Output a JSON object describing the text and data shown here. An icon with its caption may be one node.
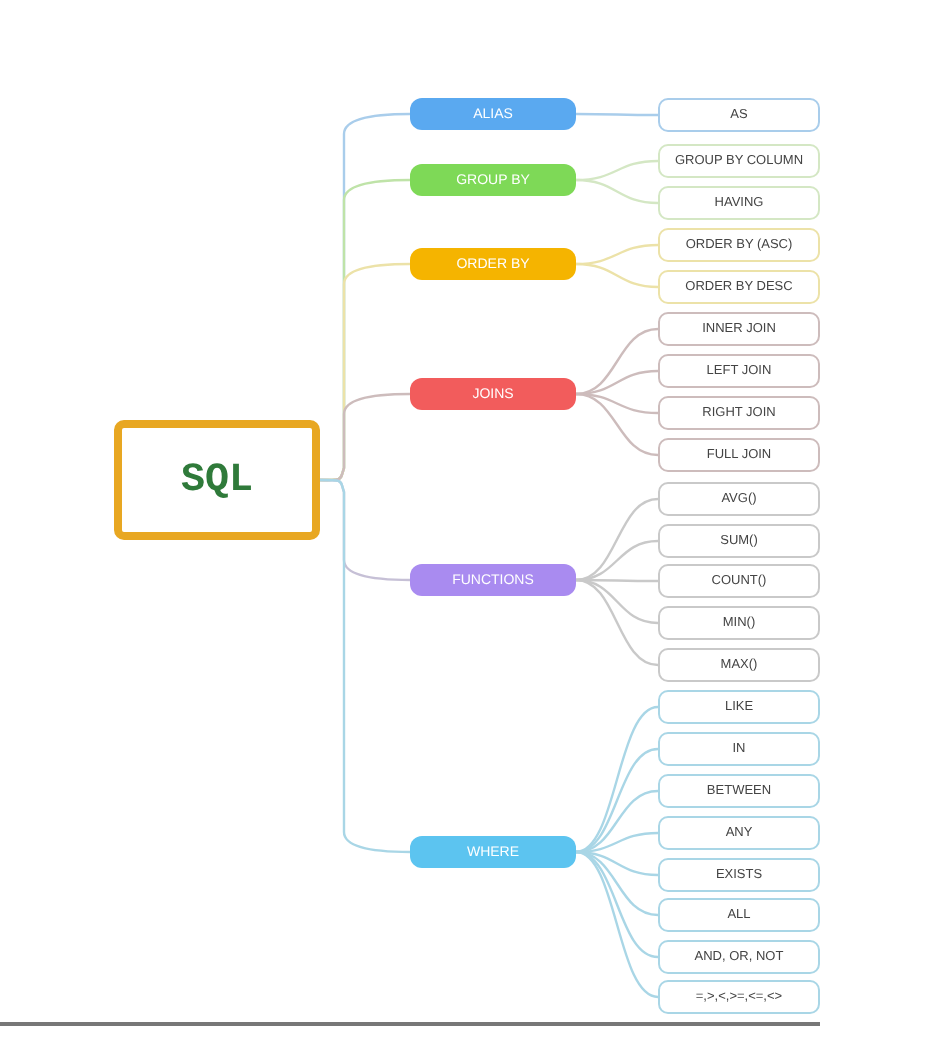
{
  "diagram": {
    "nodes": [
      {
        "text": [
          "SQL"
        ]
      },
      {
        "text": [
          "ALIAS"
        ]
      },
      {
        "text": [
          "AS"
        ]
      },
      {
        "text": [
          "GROUP BY"
        ]
      },
      {
        "text": [
          "GROUP BY COLUMN"
        ]
      },
      {
        "text": [
          "HAVING"
        ]
      },
      {
        "text": [
          "ORDER BY"
        ]
      },
      {
        "text": [
          "ORDER BY (ASC)"
        ]
      },
      {
        "text": [
          "ORDER BY DESC"
        ]
      },
      {
        "text": [
          "JOINS"
        ]
      },
      {
        "text": [
          "INNER JOIN"
        ]
      },
      {
        "text": [
          "LEFT JOIN"
        ]
      },
      {
        "text": [
          "RIGHT JOIN"
        ]
      },
      {
        "text": [
          "FULL JOIN"
        ]
      },
      {
        "text": [
          "FUNCTIONS"
        ]
      },
      {
        "text": [
          "AVG()"
        ]
      },
      {
        "text": [
          "SUM()"
        ]
      },
      {
        "text": [
          "COUNT()"
        ]
      },
      {
        "text": [
          "MIN()"
        ]
      },
      {
        "text": [
          "MAX()"
        ]
      },
      {
        "text": [
          "WHERE"
        ]
      },
      {
        "text": [
          "LIKE"
        ]
      },
      {
        "text": [
          "IN"
        ]
      },
      {
        "text": [
          "BETWEEN"
        ]
      },
      {
        "text": [
          "ANY"
        ]
      },
      {
        "text": [
          "EXISTS"
        ]
      },
      {
        "text": [
          "ALL"
        ]
      },
      {
        "text": [
          "AND, OR, NOT"
        ]
      },
      {
        "text": [
          "=,>,<,>=,<=,<>"
        ]
      }
    ],
    "edges": [
      {
        "from": 0,
        "to": 1,
        "arrow": "none",
        "color": "#a9cdeb"
      },
      {
        "from": 1,
        "to": 2,
        "arrow": "none",
        "color": "#a9cdeb"
      },
      {
        "from": 0,
        "to": 3,
        "arrow": "none",
        "color": "#bfe3a8"
      },
      {
        "from": 3,
        "to": 4,
        "arrow": "none",
        "color": "#d4e7c4"
      },
      {
        "from": 3,
        "to": 5,
        "arrow": "none",
        "color": "#d4e7c4"
      },
      {
        "from": 0,
        "to": 6,
        "arrow": "none",
        "color": "#ece2a8"
      },
      {
        "from": 6,
        "to": 7,
        "arrow": "none",
        "color": "#ece2a8"
      },
      {
        "from": 6,
        "to": 8,
        "arrow": "none",
        "color": "#ece2a8"
      },
      {
        "from": 0,
        "to": 9,
        "arrow": "none",
        "color": "#cdbcbc"
      },
      {
        "from": 9,
        "to": 10,
        "arrow": "none",
        "color": "#cdbcbc"
      },
      {
        "from": 9,
        "to": 11,
        "arrow": "none",
        "color": "#cdbcbc"
      },
      {
        "from": 9,
        "to": 12,
        "arrow": "none",
        "color": "#cdbcbc"
      },
      {
        "from": 9,
        "to": 13,
        "arrow": "none",
        "color": "#cdbcbc"
      },
      {
        "from": 0,
        "to": 14,
        "arrow": "none",
        "color": "#c6c0d6"
      },
      {
        "from": 14,
        "to": 15,
        "arrow": "none",
        "color": "#c9c9c9"
      },
      {
        "from": 14,
        "to": 16,
        "arrow": "none",
        "color": "#c9c9c9"
      },
      {
        "from": 14,
        "to": 17,
        "arrow": "none",
        "color": "#c9c9c9"
      },
      {
        "from": 14,
        "to": 18,
        "arrow": "none",
        "color": "#c9c9c9"
      },
      {
        "from": 14,
        "to": 19,
        "arrow": "none",
        "color": "#c9c9c9"
      },
      {
        "from": 0,
        "to": 20,
        "arrow": "none",
        "color": "#a9d6e6"
      },
      {
        "from": 20,
        "to": 21,
        "arrow": "none",
        "color": "#a9d6e6"
      },
      {
        "from": 20,
        "to": 22,
        "arrow": "none",
        "color": "#a9d6e6"
      },
      {
        "from": 20,
        "to": 23,
        "arrow": "none",
        "color": "#a9d6e6"
      },
      {
        "from": 20,
        "to": 24,
        "arrow": "none",
        "color": "#a9d6e6"
      },
      {
        "from": 20,
        "to": 25,
        "arrow": "none",
        "color": "#a9d6e6"
      },
      {
        "from": 20,
        "to": 26,
        "arrow": "none",
        "color": "#a9d6e6"
      },
      {
        "from": 20,
        "to": 27,
        "arrow": "none",
        "color": "#a9d6e6"
      },
      {
        "from": 20,
        "to": 28,
        "arrow": "none",
        "color": "#a9d6e6"
      }
    ]
  }
}
